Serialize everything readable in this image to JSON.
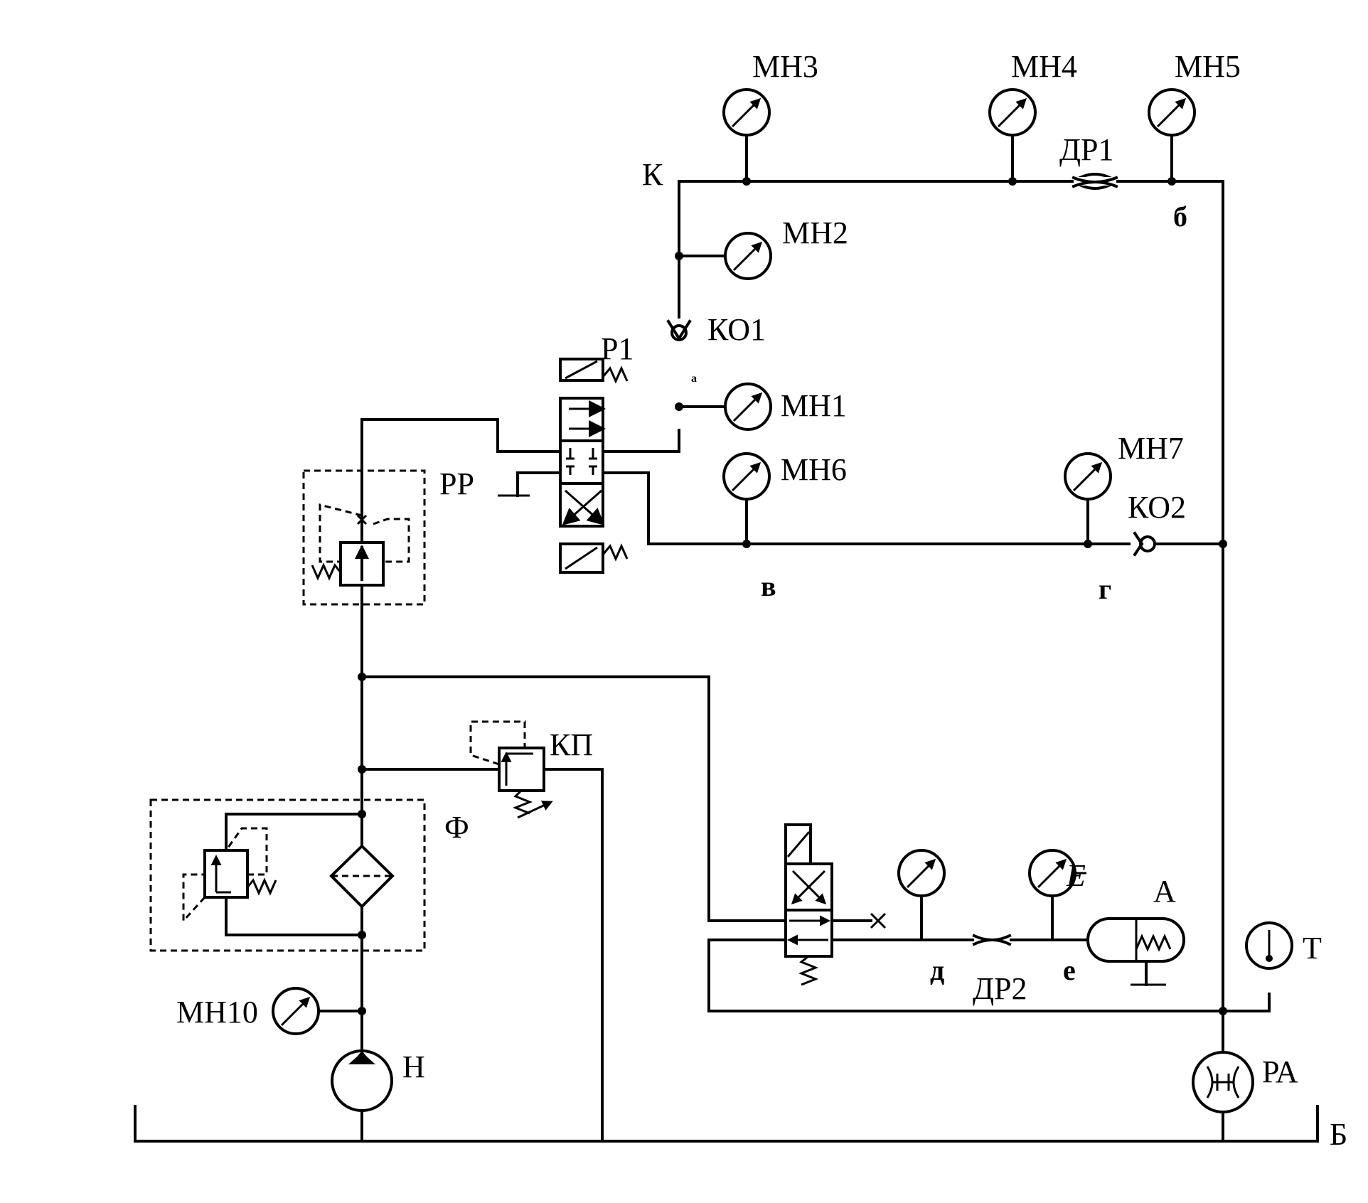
{
  "labels": {
    "MH3": "МН3",
    "MH4": "МН4",
    "MH5": "МН5",
    "MH2": "МН2",
    "MH1": "МН1",
    "MH6": "МН6",
    "MH7": "МН7",
    "MH10": "МН10",
    "K": "К",
    "DR1": "ДР1",
    "DR2": "ДР2",
    "KO1": "КО1",
    "KO2": "КО2",
    "P1": "Р1",
    "PP": "РР",
    "KP": "КП",
    "F": "Ф",
    "N": "Н",
    "A": "А",
    "T": "Т",
    "PA": "РА",
    "B_tank": "Б",
    "pt_a": "а",
    "pt_b": "б",
    "pt_v": "в",
    "pt_g": "г",
    "pt_d": "д",
    "pt_e": "е",
    "e_mark": "E"
  }
}
